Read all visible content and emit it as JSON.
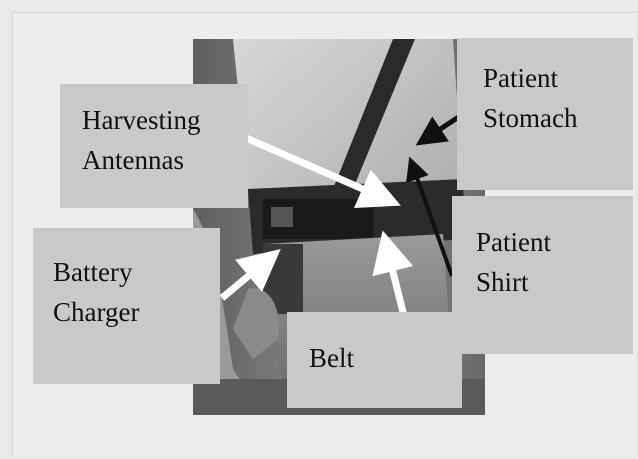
{
  "labels": {
    "harvesting_antennas": [
      "Harvesting",
      "Antennas"
    ],
    "patient_stomach": [
      "Patient",
      "Stomach"
    ],
    "patient_shirt": [
      "Patient",
      "Shirt"
    ],
    "battery_charger": [
      "Battery",
      "Charger"
    ],
    "belt": "Belt"
  },
  "colors": {
    "background": "#ededed",
    "label_box": "#c9c9c9",
    "white_arrow": "#ffffff",
    "black_arrow": "#111111"
  }
}
